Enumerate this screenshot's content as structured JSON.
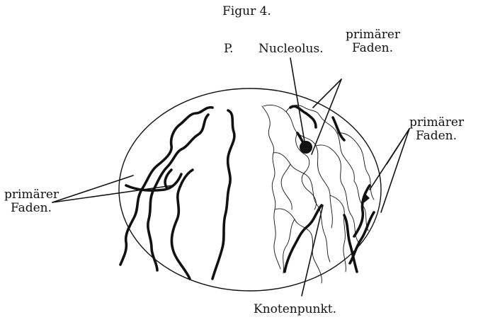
{
  "title": "Figur 4.",
  "labels": {
    "p": "P.",
    "nucleolus": "Nucleolus.",
    "top_right": {
      "line1": "primärer",
      "line2": "Faden."
    },
    "right": {
      "line1": "primärer",
      "line2": "Faden."
    },
    "left": {
      "line1": "primärer",
      "line2": "Faden."
    },
    "bottom": "Knotenpunkt."
  },
  "colors": {
    "ink": "#111111",
    "paper": "#ffffff"
  }
}
